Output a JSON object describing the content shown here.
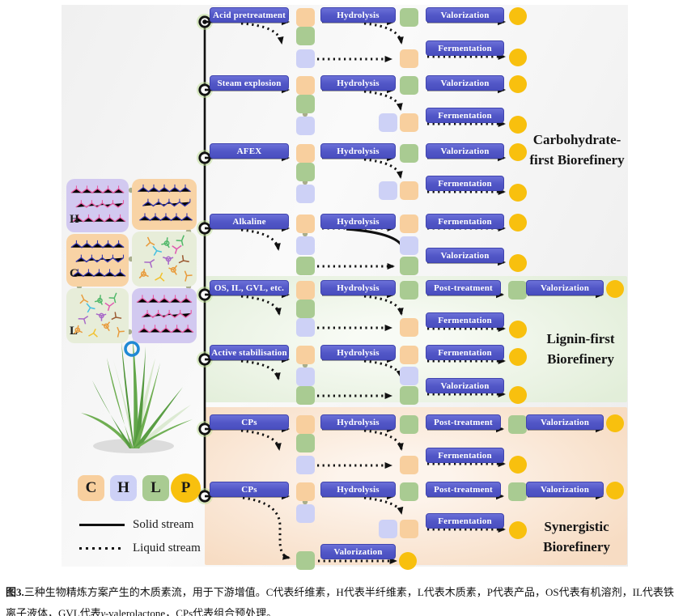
{
  "figure": {
    "sections": [
      {
        "id": "carbohydrate-first",
        "line1": "Carbohydrate-",
        "line2": "first Biorefinery"
      },
      {
        "id": "lignin-first",
        "line1": "Lignin-first",
        "line2": "Biorefinery"
      },
      {
        "id": "synergistic",
        "line1": "Synergistic",
        "line2": "Biorefinery"
      }
    ],
    "rows": [
      {
        "pretreatment": "Acid pretreatment",
        "processes": [
          "Hydrolysis",
          "Valorization",
          "Fermentation"
        ]
      },
      {
        "pretreatment": "Steam explosion",
        "processes": [
          "Hydrolysis",
          "Valorization",
          "Fermentation"
        ]
      },
      {
        "pretreatment": "AFEX",
        "processes": [
          "Hydrolysis",
          "Valorization",
          "Fermentation"
        ]
      },
      {
        "pretreatment": "Alkaline",
        "processes": [
          "Hydrolysis",
          "Fermentation",
          "Valorization"
        ]
      },
      {
        "pretreatment": "OS, IL, GVL, etc.",
        "processes": [
          "Hydrolysis",
          "Post-treatment",
          "Valorization",
          "Fermentation"
        ]
      },
      {
        "pretreatment": "Active stabilisation",
        "processes": [
          "Hydrolysis",
          "Fermentation",
          "Valorization"
        ]
      },
      {
        "pretreatment": "CPs",
        "processes": [
          "Hydrolysis",
          "Post-treatment",
          "Valorization",
          "Fermentation"
        ]
      },
      {
        "pretreatment": "CPs",
        "processes": [
          "Hydrolysis",
          "Post-treatment",
          "Valorization",
          "Fermentation",
          "Valorization"
        ]
      }
    ],
    "palette": {
      "C": "#f8cf9e",
      "H": "#cdd1f6",
      "L": "#a9cb92",
      "P": "#f8c00e",
      "button": "#5156c6",
      "arrow": "#111111",
      "box_purple": "#d2c9f0",
      "box_orange": "#f8d3a5",
      "box_green": "#e7edd9",
      "molecule_pink": "#e858a2",
      "molecule_blue": "#3335ad"
    },
    "biomass_labels": {
      "H": "H",
      "C": "C",
      "L": "L"
    },
    "legend": {
      "components": [
        {
          "key": "C",
          "label": "C"
        },
        {
          "key": "H",
          "label": "H"
        },
        {
          "key": "L",
          "label": "L"
        },
        {
          "key": "P",
          "label": "P"
        }
      ],
      "streams": [
        {
          "id": "solid",
          "label": "Solid stream"
        },
        {
          "id": "liquid",
          "label": "Liquid stream"
        }
      ]
    }
  },
  "caption": {
    "fig_label": "图3.",
    "body_1": "三种生物精炼方案产生的木质素流，用于下游增值。C代表纤维素，H代表半纤维素，L代表木质素，P代表产品，OS代表有机溶剂，IL代表铁离子液体，GVL代表",
    "gamma": "γ",
    "body_2": "-valerolactone，CPs代表组合预处理。"
  }
}
